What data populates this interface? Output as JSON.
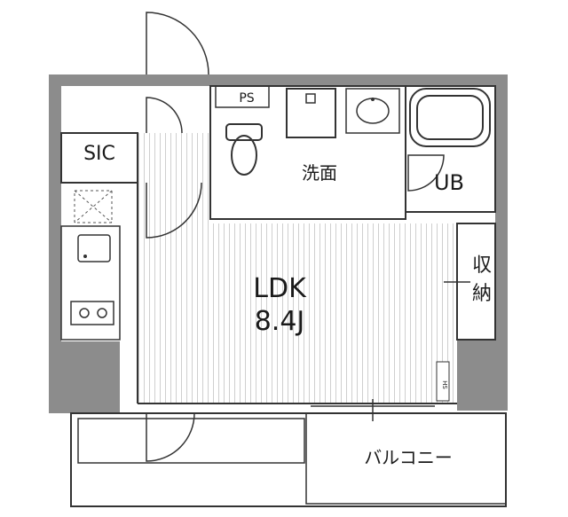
{
  "rooms": {
    "sic": "SIC",
    "ps": "PS",
    "washroom": "洗面",
    "ub": "UB",
    "storage_line1": "収",
    "storage_line2": "納",
    "ldk": "LDK",
    "ldk_size": "8.4J",
    "balcony": "バルコニー",
    "hs": "HS"
  },
  "colors": {
    "wall": "#8c8c8c",
    "line": "#333333",
    "floor_stripe": "#cfcfcf",
    "room_fill": "#ffffff"
  }
}
